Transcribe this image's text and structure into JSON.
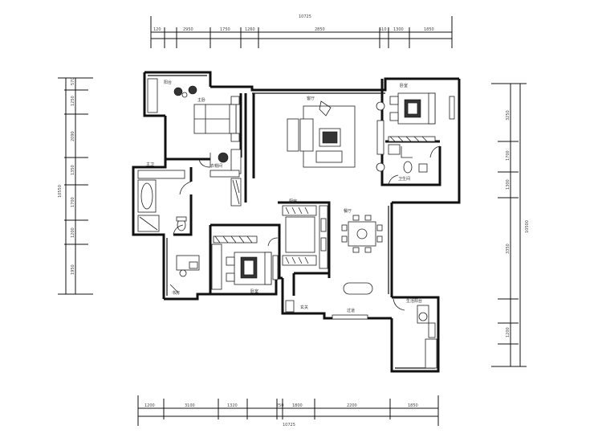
{
  "drawing": {
    "dimensions": {
      "top_total": "10725",
      "top_segments": [
        "120",
        "2950",
        "1750",
        "1260",
        "2850",
        "510",
        "1300",
        "1850"
      ],
      "bottom_total": "10725",
      "bottom_segments": [
        "1200",
        "3100",
        "1320",
        "250",
        "1800",
        "2200",
        "1850"
      ],
      "left_total": "10550",
      "left_segments": [
        "570",
        "1250",
        "2090",
        "1350",
        "1700",
        "1200",
        "1950"
      ],
      "right_total": "10500",
      "right_segments": [
        "3250",
        "1700",
        "1300",
        "3350",
        "1200"
      ]
    },
    "rooms": {
      "balcony_nw": "阳台",
      "master_bedroom": "主卧",
      "living_room": "客厅",
      "bedroom_ne": "卧室",
      "bathroom_ne": "卫生间",
      "master_bath": "主卫",
      "study": "书房",
      "bedroom_s": "卧室",
      "kitchen": "厨房",
      "dining_room": "餐厅",
      "entry": "玄关",
      "corridor": "过道",
      "service_balcony": "生活阳台",
      "closet": "衣帽间"
    }
  }
}
